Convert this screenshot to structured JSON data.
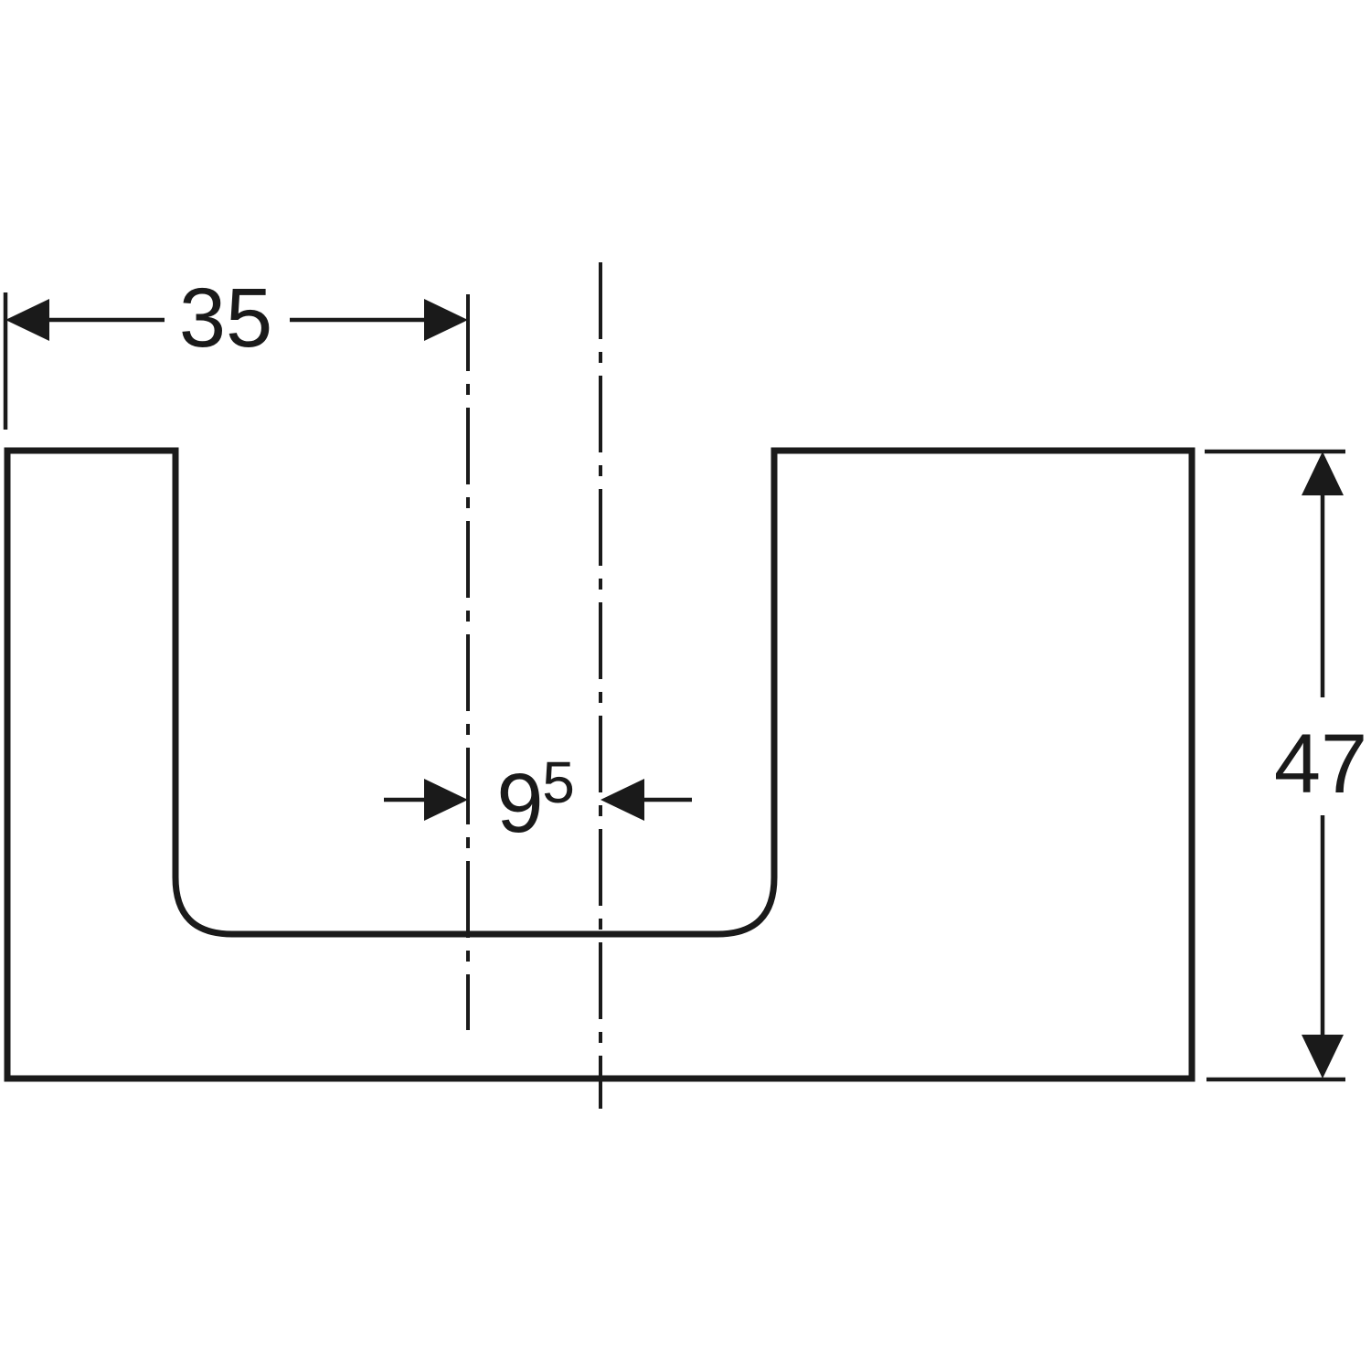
{
  "colors": {
    "line": "#1a1a1a",
    "background": "#ffffff"
  },
  "icons": {
    "arrowhead_left": "filled-triangle-pointing-left",
    "arrowhead_right": "filled-triangle-pointing-right",
    "arrowhead_up": "filled-triangle-pointing-up",
    "arrowhead_down": "filled-triangle-pointing-down"
  },
  "dimensions": {
    "top_width": {
      "label": "35"
    },
    "center_offset": {
      "label_main": "9",
      "label_superscript": "5"
    },
    "right_height": {
      "label": "47"
    }
  }
}
